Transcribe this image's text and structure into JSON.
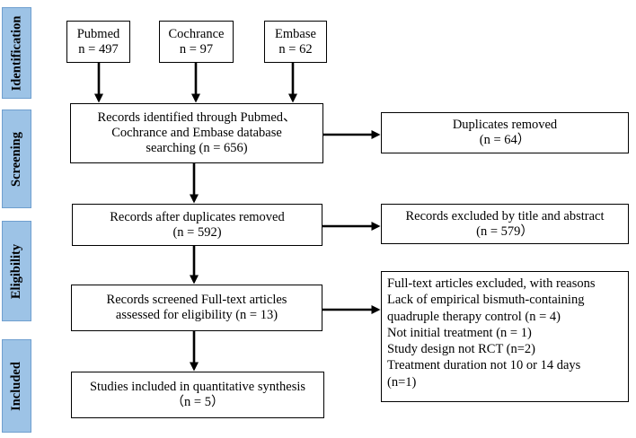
{
  "stages": {
    "identification": "Identification",
    "screening": "Screening",
    "eligibility": "Eligibility",
    "included": "Included"
  },
  "sources": {
    "pubmed": {
      "name": "Pubmed",
      "count": "n = 497"
    },
    "cochrance": {
      "name": "Cochrance",
      "count": "n = 97"
    },
    "embase": {
      "name": "Embase",
      "count": "n = 62"
    }
  },
  "identified": {
    "line1": "Records identified through Pubmed、",
    "line2": "Cochrance and Embase database",
    "line3": "searching (n = 656)"
  },
  "duplicates": {
    "line1": "Duplicates removed",
    "line2": "(n = 64）"
  },
  "after_dup": {
    "line1": "Records after duplicates removed",
    "line2": "(n = 592)"
  },
  "excluded_title": {
    "line1": "Records excluded by title and abstract",
    "line2": "(n = 579）"
  },
  "fulltext": {
    "line1": "Records screened Full-text articles",
    "line2": "assessed  for eligibility (n = 13)"
  },
  "excluded_full": {
    "lines": [
      "Full-text articles excluded, with reasons",
      "Lack of empirical bismuth-containing",
      "quadruple therapy control (n = 4)",
      "Not initial treatment    (n = 1)",
      "Study design not RCT (n=2)",
      "Treatment duration not 10 or 14 days",
      "(n=1)"
    ]
  },
  "included": {
    "line1": "Studies included in quantitative synthesis",
    "line2": "（n = 5）"
  }
}
